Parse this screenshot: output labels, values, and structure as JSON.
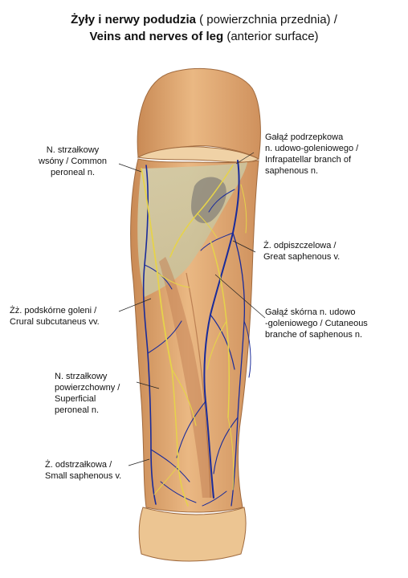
{
  "title": {
    "line1_bold": "Żyły i nerwy podudzia",
    "line1_normal": " ( powierzchnia przednia) /",
    "line2_bold": "Veins and nerves of leg",
    "line2_normal": " (anterior surface)"
  },
  "labels": {
    "common_peroneal": [
      "N. strzałkowy",
      "wsóny / Common",
      "peroneal n."
    ],
    "infrapatellar": [
      "Gałąź podrzepkowa",
      "n. udowo-goleniowego /",
      "Infrapatellar branch of",
      "saphenous n."
    ],
    "great_saphenous": [
      "Ż. odpiszczelowa /",
      "Great saphenous v."
    ],
    "crural_subcutaneous": [
      "Żż. podskórne goleni /",
      "Crural subcutaneus vv."
    ],
    "cutaneous_branch": [
      "Gałąź skórna n. udowo",
      "-goleniowego / Cutaneous",
      "branche of saphenous n."
    ],
    "superficial_peroneal": [
      "N. strzałkowy",
      "powierzchowny /",
      "Superficial",
      "peroneal n."
    ],
    "small_saphenous": [
      "Ż. odstrzałkowa /",
      "Small saphenous v."
    ]
  },
  "colors": {
    "skin": "#e8b27c",
    "skin_dark": "#c98a55",
    "fascia": "#ccc7a0",
    "bone": "#d9a47a",
    "vein": "#1a2b9a",
    "nerve": "#e6d34a"
  }
}
